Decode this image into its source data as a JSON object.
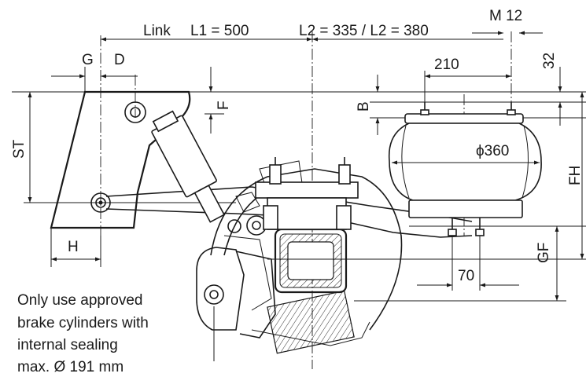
{
  "dimensions": {
    "link_label": "Link",
    "l1": "L1 = 500",
    "l2": "L2 = 335 / L2 = 380",
    "m12": "M 12",
    "g": "G",
    "d": "D",
    "d210": "210",
    "d32": "32",
    "f": "F",
    "b": "B",
    "st": "ST",
    "phi360": "ϕ360",
    "fh": "FH",
    "h": "H",
    "gf": "GF",
    "d70": "70"
  },
  "note": {
    "lines": [
      "Only use approved",
      "brake cylinders with",
      "internal sealing",
      "max. Ø 191 mm"
    ]
  }
}
